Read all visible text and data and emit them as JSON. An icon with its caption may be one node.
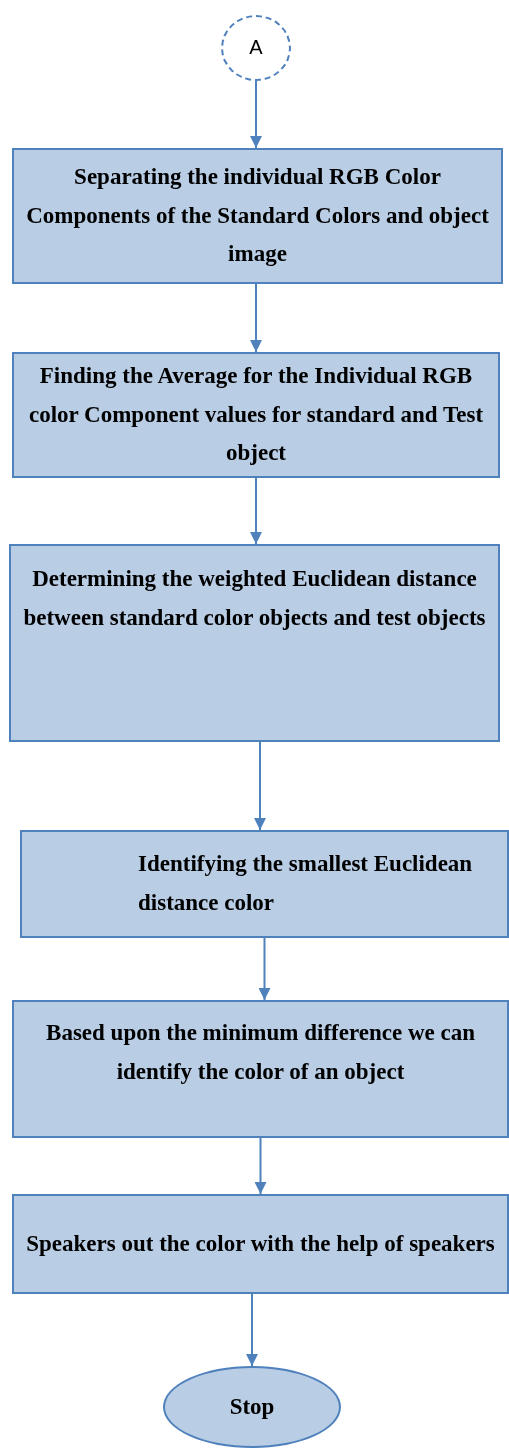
{
  "diagram": {
    "nodes": [
      {
        "text": [
          "A"
        ]
      },
      {
        "text": [
          "Separating the individual RGB Color Components of the Standard Colors and object image"
        ]
      },
      {
        "text": [
          "Finding the Average for the Individual RGB color Component values for standard and Test object"
        ]
      },
      {
        "text": [
          "Determining the weighted Euclidean distance between standard color objects and test objects"
        ]
      },
      {
        "text": [
          "Identifying the smallest Euclidean distance color"
        ]
      },
      {
        "text": [
          "Based upon the minimum difference we can identify the color of an object"
        ]
      },
      {
        "text": [
          "Speakers out the color with the help of speakers"
        ]
      },
      {
        "text": [
          "Stop"
        ]
      }
    ],
    "edges": [
      {
        "from": 0,
        "to": 1,
        "arrow": "to"
      },
      {
        "from": 1,
        "to": 2,
        "arrow": "to"
      },
      {
        "from": 2,
        "to": 3,
        "arrow": "to"
      },
      {
        "from": 3,
        "to": 4,
        "arrow": "to"
      },
      {
        "from": 4,
        "to": 5,
        "arrow": "to"
      },
      {
        "from": 5,
        "to": 6,
        "arrow": "to"
      },
      {
        "from": 6,
        "to": 7,
        "arrow": "to"
      }
    ]
  }
}
